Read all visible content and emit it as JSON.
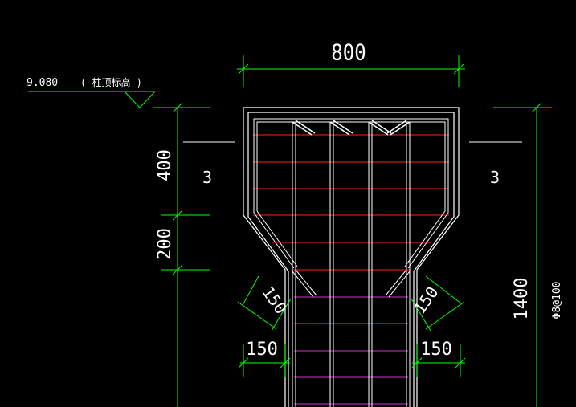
{
  "drawing": {
    "background": "#000000",
    "colors": {
      "outline": "#ffffff",
      "dimension": "#00ff00",
      "stirrup_head": "#ff2020",
      "stirrup_column": "#cc33cc",
      "text": "#ffffff"
    },
    "elevation": {
      "value": "9.080",
      "note": "( 柱顶标高 )"
    },
    "dimensions": {
      "top_width": "800",
      "upper_height": "400",
      "lower_height": "200",
      "total_height": "1400",
      "haunch_left_diag": "150",
      "haunch_left_horiz": "150",
      "haunch_right_diag": "150",
      "haunch_right_horiz": "150"
    },
    "section_marks": {
      "left": "3",
      "right": "3"
    },
    "rebar_note": "Φ8@100"
  }
}
